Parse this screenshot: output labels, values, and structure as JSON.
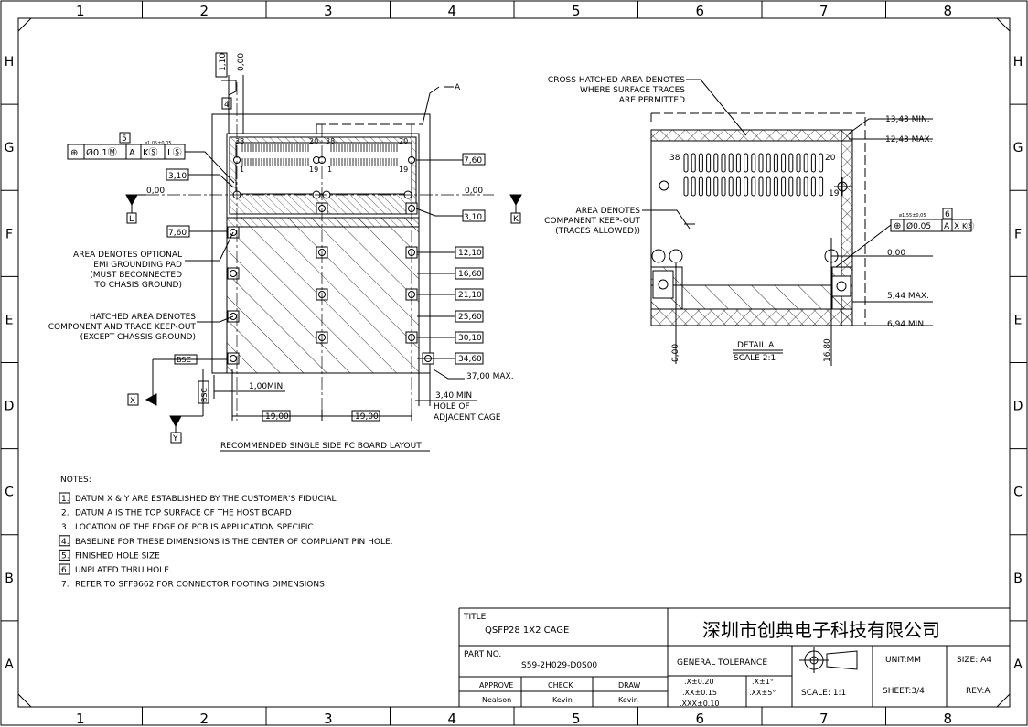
{
  "border": {
    "columns": [
      "1",
      "2",
      "3",
      "4",
      "5",
      "6",
      "7",
      "8"
    ],
    "rows": [
      "H",
      "G",
      "F",
      "E",
      "D",
      "C",
      "B",
      "A"
    ]
  },
  "layout_view": {
    "caption": "RECOMMENDED SINGLE SIDE PC BOARD LAYOUT",
    "datum_a": "A",
    "tol_1_10": "1,10",
    "zero_top": "0,00",
    "note_ref_4": "4",
    "note_ref_5": "5",
    "hole_tol": "ø1,05±0,05",
    "fcf_symbol": "⊕",
    "fcf_tol": "Ø0.1Ⓜ",
    "fcf_a": "A",
    "fcf_ks": "KⓈ",
    "fcf_ls": "LⓈ",
    "dim_3_10_left": "3,10",
    "zero_left": "0,00",
    "zero_right": "0,00",
    "datum_l": "L",
    "datum_k": "K",
    "dim_7_60_left": "7,60",
    "dim_7_60_right": "7,60",
    "dim_3_10_right": "3,10",
    "pin_38a": "38",
    "pin_20a": "20",
    "pin_38b": "38",
    "pin_20b": "20",
    "pin_1a": "1",
    "pin_19a": "19",
    "pin_1b": "1",
    "pin_19b": "19",
    "right_dims": [
      "12,10",
      "16,60",
      "21,10",
      "25,60",
      "30,10",
      "34,60"
    ],
    "dim_37": "37,00 MAX.",
    "bsc_h": "BSC",
    "bsc_v": "BSC",
    "datum_x": "X",
    "datum_y": "Y",
    "dim_1_00": "1,00MIN",
    "dim_19_left": "19,00",
    "dim_19_right": "19,00",
    "dim_3_40": "3,40 MIN",
    "hole_adj_1": "HOLE OF",
    "hole_adj_2": "ADJACENT CAGE",
    "emi_note": [
      "AREA DENOTES OPTIONAL",
      "EMI GROUNDING PAD",
      "(MUST BECONNECTED",
      "TO CHASIS GROUND)"
    ],
    "keepout_note": [
      "HATCHED AREA DENOTES",
      "COMPONENT AND TRACE KEEP-OUT",
      "(EXCEPT CHASSIS GROUND)"
    ]
  },
  "detail_view": {
    "cross_note": [
      "CROSS HATCHED AREA DENOTES",
      "WHERE SURFACE TRACES",
      "ARE PERMITTED"
    ],
    "keepout_note": [
      "AREA DENOTES",
      "COMPANENT KEEP-OUT",
      "(TRACES ALLOWED))"
    ],
    "dim_13_43": "13,43 MIN.",
    "dim_12_43": "12,43 MAX.",
    "pin_38": "38",
    "pin_20": "20",
    "pin_19": "19",
    "hole_tol": "ø1,55±0,05",
    "note_ref_6": "6",
    "fcf_symbol": "⊕",
    "fcf_tol": "Ø0.05",
    "fcf_a": "A",
    "fcf_x": "X",
    "fcf_ks": "KⓈ",
    "zero_right": "0,00",
    "dim_5_44": "5,44 MAX.",
    "dim_6_94": "6,94 MIN.",
    "zero_bottom": "0,00",
    "dim_16_80": "16,80",
    "detail_label": "DETAIL A",
    "detail_scale": "SCALE 2:1"
  },
  "notes": {
    "heading": "NOTES:",
    "items": [
      {
        "num": "1.",
        "boxed": true,
        "text": "DATUM X & Y ARE ESTABLISHED BY THE CUSTOMER'S FIDUCIAL"
      },
      {
        "num": "2.",
        "boxed": false,
        "text": "DATUM A IS THE TOP SURFACE OF THE HOST BOARD"
      },
      {
        "num": "3.",
        "boxed": false,
        "text": "LOCATION OF THE EDGE OF PCB IS APPLICATION SPECIFIC"
      },
      {
        "num": "4.",
        "boxed": true,
        "text": "BASELINE FOR THESE DIMENSIONS IS THE CENTER OF COMPLIANT PIN HOLE."
      },
      {
        "num": "5.",
        "boxed": true,
        "text": "FINISHED HOLE SIZE"
      },
      {
        "num": "6.",
        "boxed": true,
        "text": "UNPLATED THRU HOLE."
      },
      {
        "num": "7.",
        "boxed": false,
        "text": "REFER TO SFF8662 FOR CONNECTOR FOOTING DIMENSIONS"
      }
    ]
  },
  "title_block": {
    "title_label": "TITLE",
    "title": "QSFP28  1X2  CAGE",
    "company": "深圳市创典电子科技有限公司",
    "part_label": "PART  NO.",
    "part_no": "S59-2H029-D0S00",
    "general_tol": "GENERAL  TOLERANCE",
    "unit": "UNIT:MM",
    "size": "SIZE: A4",
    "approve_label": "APPROVE",
    "check_label": "CHECK",
    "draw_label": "DRAW",
    "approve": "Nealson",
    "check": "Kevin",
    "draw": "Kevin",
    "tol_x": ".X±0.20",
    "tol_xx": ".XX±0.15",
    "tol_xxx": ".XXX±0.10",
    "ang_x": ".X±1°",
    "ang_xx": ".XX±5°",
    "scale": "SCALE:  1:1",
    "sheet": "SHEET:3/4",
    "rev": "REV:A"
  }
}
